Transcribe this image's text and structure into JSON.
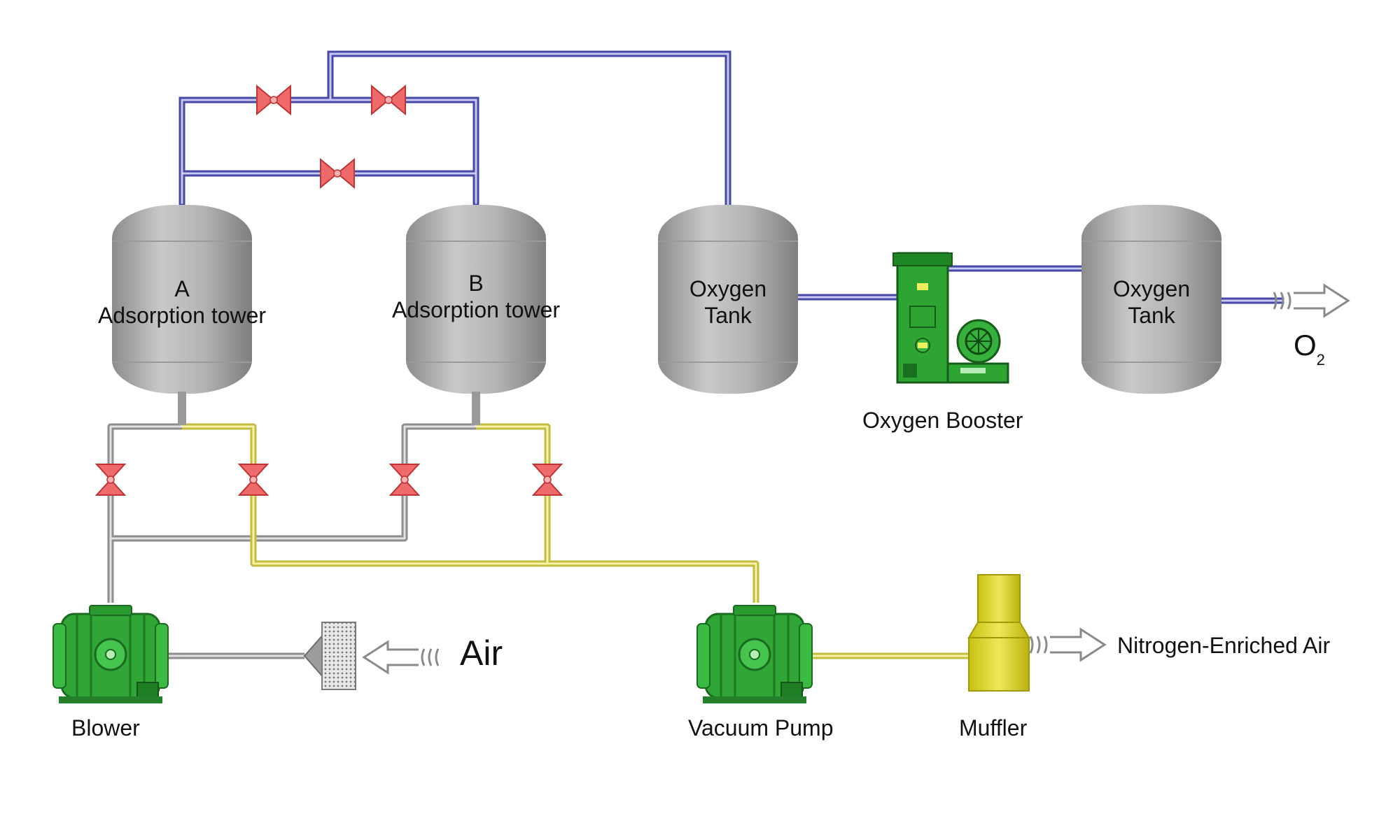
{
  "labels": {
    "tower_a_letter": "A",
    "tower_a_name": "Adsorption tower",
    "tower_b_letter": "B",
    "tower_b_name": "Adsorption tower",
    "tank1_line1": "Oxygen",
    "tank1_line2": "Tank",
    "tank2_line1": "Oxygen",
    "tank2_line2": "Tank",
    "booster": "Oxygen Booster",
    "o2_main": "O",
    "o2_sub": "2",
    "air": "Air",
    "nitrogen": "Nitrogen-Enriched Air",
    "blower": "Blower",
    "vacuum_pump": "Vacuum Pump",
    "muffler": "Muffler"
  },
  "colors": {
    "oxygen_pipe": "#5a5ab8",
    "air_pipe": "#9a9a9a",
    "exhaust_pipe": "#d8d060",
    "valve": "#e04a4a",
    "machine_green": "#2a9a30",
    "tank_gray": "#a8a8a8",
    "muffler_yellow": "#d6d020"
  }
}
